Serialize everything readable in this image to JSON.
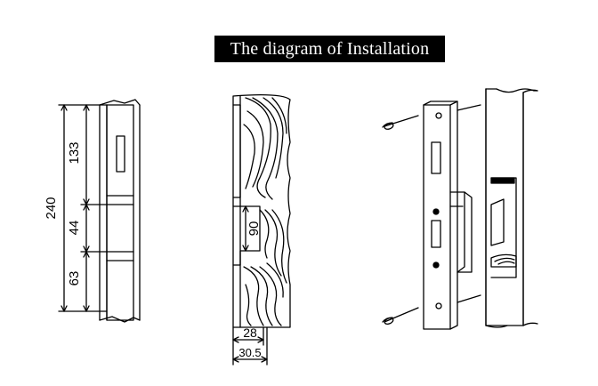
{
  "title": "The diagram of Installation",
  "dimensions": {
    "total": "240",
    "top": "133",
    "middle": "44",
    "bottom": "63",
    "cutout_height": "90",
    "cutout_depth": "28",
    "total_depth": "30.5"
  }
}
